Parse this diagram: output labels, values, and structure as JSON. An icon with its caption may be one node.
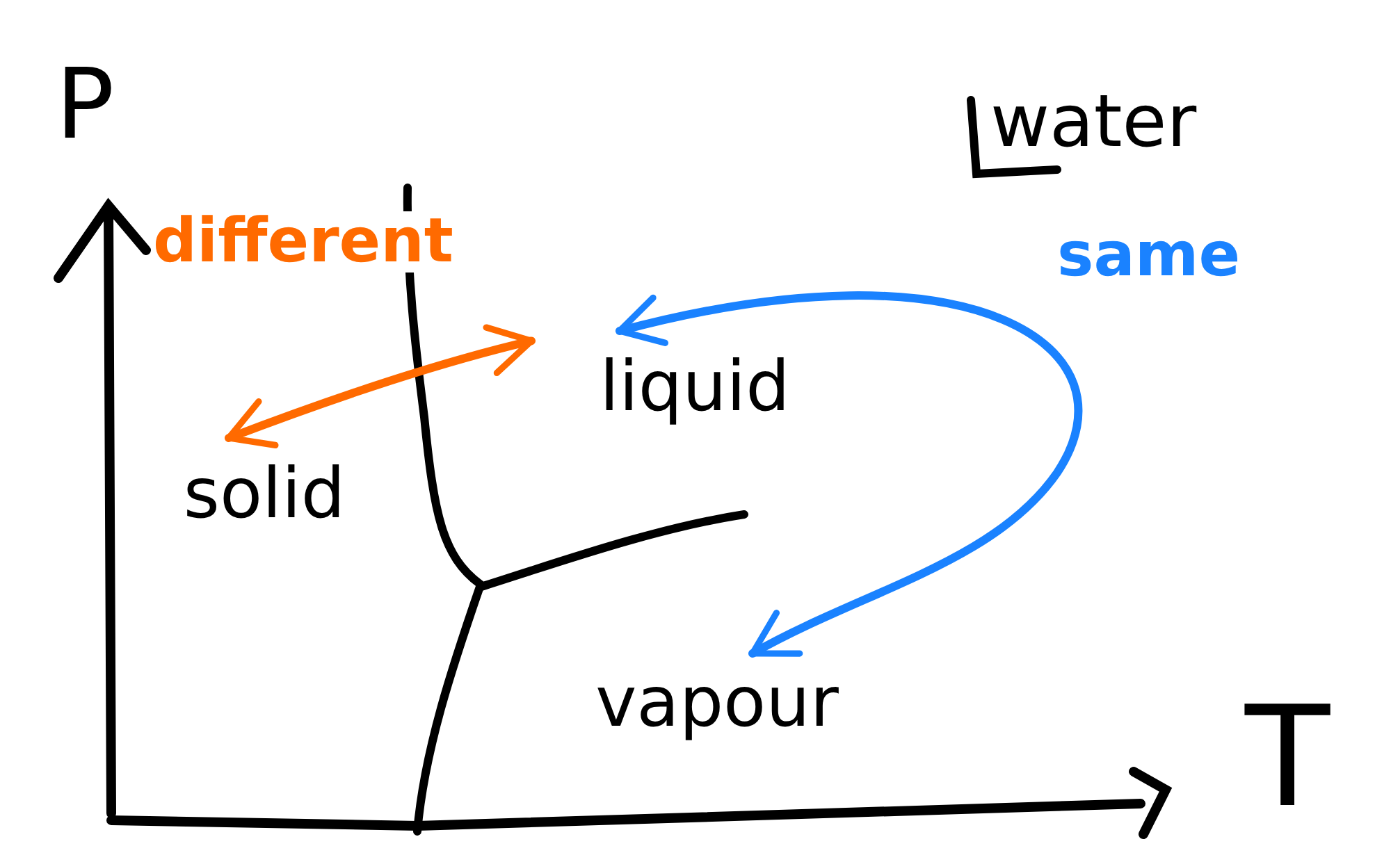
{
  "diagram": {
    "nodes": [
      {
        "text": [
          "solid"
        ]
      },
      {
        "text": [
          "liquid"
        ]
      },
      {
        "text": [
          "vapour"
        ]
      }
    ],
    "edges": [
      {
        "from": 0,
        "to": 1,
        "arrow": "both",
        "label": "different",
        "color": "#ff6a00"
      },
      {
        "from": 1,
        "to": 2,
        "arrow": "both",
        "label": "same",
        "color": "#1a82ff"
      }
    ],
    "labels": [
      "P",
      "water",
      "T"
    ]
  }
}
